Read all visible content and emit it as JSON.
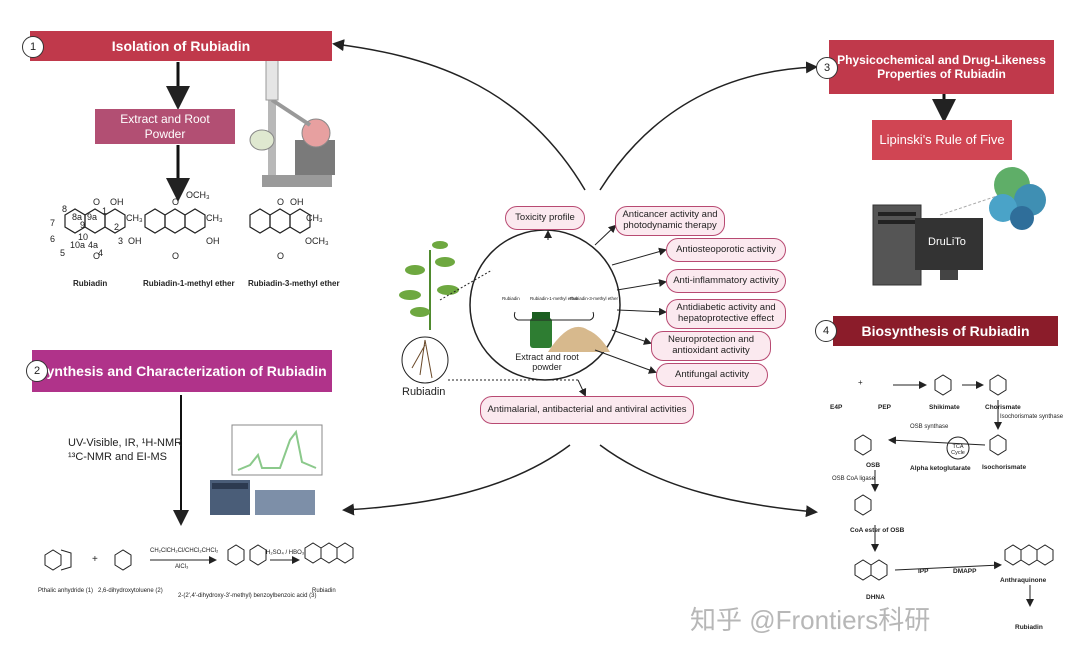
{
  "sections": {
    "s1": {
      "num": "1",
      "title": "Isolation of Rubiadin",
      "extract_box": "Extract and Root Powder"
    },
    "s2": {
      "num": "2",
      "title": "Synthesis and Characterization of Rubiadin",
      "techniques_line1": "UV-Visible, IR, ¹H-NMR",
      "techniques_line2": "¹³C-NMR and EI-MS"
    },
    "s3": {
      "num": "3",
      "title": "Physicochemical and Drug-Likeness Properties of Rubiadin",
      "lipinski": "Lipinski's Rule of Five",
      "software": "DruLiTo"
    },
    "s4": {
      "num": "4",
      "title": "Biosynthesis of Rubiadin"
    }
  },
  "structures": {
    "rubiadin": "Rubiadin",
    "methyl1": "Rubiadin-1-methyl ether",
    "methyl3": "Rubiadin-3-methyl ether",
    "atoms": {
      "oh": "OH",
      "ch3": "CH₃",
      "och3": "OCH₃",
      "o": "O"
    },
    "numbering": [
      "8",
      "8a",
      "9",
      "9a",
      "1",
      "2",
      "7",
      "6",
      "10a",
      "10",
      "4a",
      "3",
      "5",
      "4"
    ]
  },
  "center": {
    "plant_label": "Rubiadin",
    "extract_label": "Extract and root powder",
    "mini_labels": [
      "Rubiadin",
      "Rubiadin-1-methyl ether",
      "Rubiadin-3-methyl ether"
    ],
    "activities": [
      "Toxicity profile",
      "Anticancer activity and photodynamic therapy",
      "Antiosteoporotic activity",
      "Anti-inflammatory activity",
      "Antidiabetic activity and hepatoprotective effect",
      "Neuroprotection and antioxidant activity",
      "Antifungal activity",
      "Antimalarial, antibacterial and antiviral activities"
    ]
  },
  "synthesis": {
    "reagent1": "Pthalic anhydride (1)",
    "reagent2": "2,6-dihydroxytoluene (2)",
    "plus": "+",
    "cond1_top": "CH₂ClCH₂Cl/CHCl₂CHCl₂",
    "cond1_bottom": "AlCl₃",
    "intermediate": "2-(2',4'-dihydroxy-3'-methyl) benzoylbenzoic acid (3)",
    "cond2": "H₂SO₄ / HBO₃",
    "product": "Rubiadin"
  },
  "biosynthesis": {
    "compounds": [
      "E4P",
      "PEP",
      "Shikimate",
      "Chorismate",
      "Isochorismate",
      "OSB",
      "Alpha ketoglutarate",
      "CoA ester of OSB",
      "DHNA",
      "IPP",
      "DMAPP",
      "Anthraquinone",
      "Rubiadin"
    ],
    "enzymes": [
      "Isochorismate synthase",
      "OSB synthase",
      "OSB CoA ligase"
    ],
    "cycle": "TCA Cycle",
    "plus": "+"
  },
  "watermark": "知乎 @Frontiers科研",
  "colors": {
    "banner_red": "#c0394b",
    "banner_pink": "#b24f73",
    "banner_magenta": "#b0338a",
    "banner_dark": "#8b1c2a",
    "pill_border": "#b84a72",
    "pill_fill": "#fbe9ef"
  }
}
